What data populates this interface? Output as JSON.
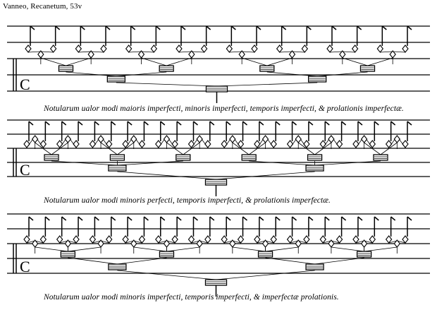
{
  "header": {
    "text": "Vanneo, Recanetum, 53v"
  },
  "systems": [
    {
      "caption": "Notularum ualor modi maioris imperfecti, minoris imperfecti, temporis imperfecti, & prolationis imperfectæ.",
      "clef": "C",
      "tree": [
        2,
        2,
        2,
        2
      ]
    },
    {
      "caption": "Notularum ualor modi minoris perfecti, temporis imperfecti, & prolationis imperfectæ.",
      "clef": "C",
      "tree": [
        2,
        3,
        2,
        2
      ]
    },
    {
      "caption": "Notularum ualor modi minoris imperfecti, temporis imperfecti, & imperfectæ prolationis.",
      "clef": "C",
      "tree": [
        2,
        2,
        3,
        2
      ]
    }
  ],
  "colors": {
    "ink": "#000000",
    "paper": "#ffffff"
  }
}
